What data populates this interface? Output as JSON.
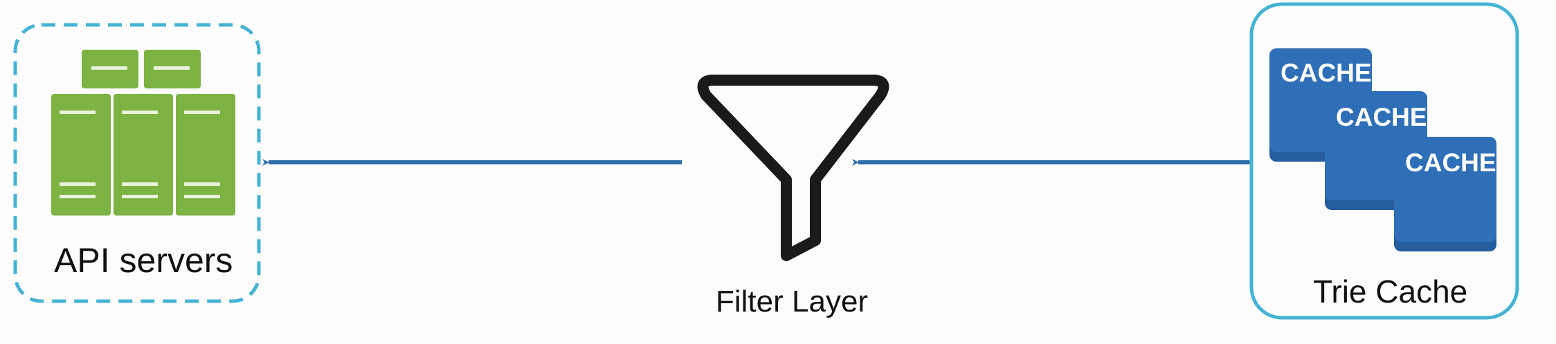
{
  "nodes": {
    "api_servers": {
      "label": "API servers",
      "border_color": "#45b3d3",
      "server_color": "#7cb342"
    },
    "filter_layer": {
      "label": "Filter Layer",
      "icon": "funnel-icon"
    },
    "trie_cache": {
      "label": "Trie Cache",
      "border_color": "#45b3d3",
      "cache_color": "#2f6fb7",
      "cache_labels": [
        "CACHE",
        "CACHE",
        "CACHE"
      ]
    }
  },
  "edges": [
    {
      "from": "trie_cache",
      "to": "filter_layer",
      "color": "#2f6ea8"
    },
    {
      "from": "filter_layer",
      "to": "api_servers",
      "color": "#2f6ea8"
    }
  ]
}
